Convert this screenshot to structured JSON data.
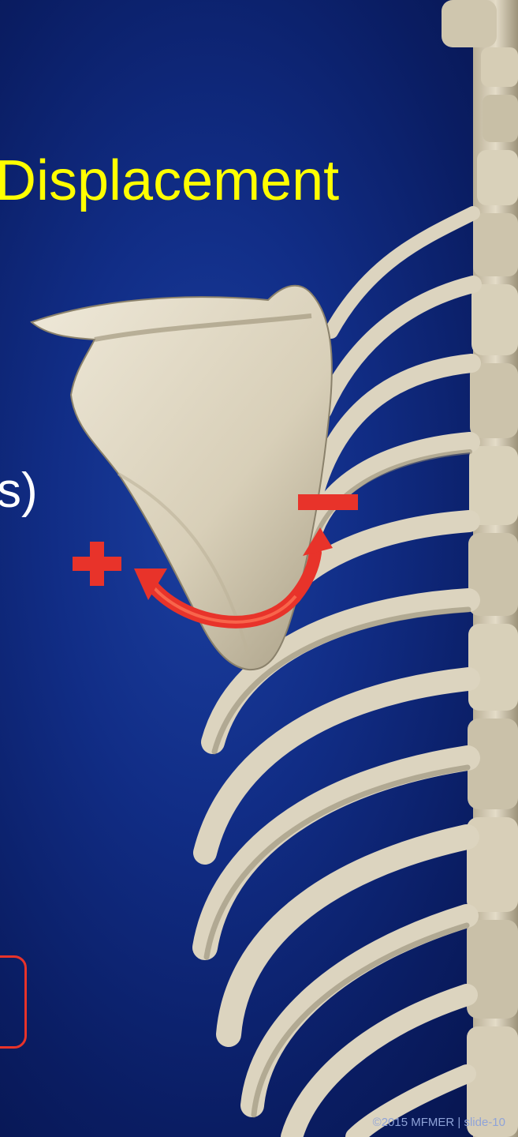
{
  "slide": {
    "title": "Displacement",
    "body_text": "s)",
    "footer": "©2015 MFMER  |  slide-10",
    "symbols": {
      "plus": "+",
      "minus": "–"
    }
  },
  "colors": {
    "title": "#ffff00",
    "body_text": "#ffffff",
    "accent_red": "#e8332a",
    "bone": "#ddd6c2",
    "background": "#0d2370"
  },
  "icons": {
    "rotation_arrow": "curved-arrow-icon"
  }
}
